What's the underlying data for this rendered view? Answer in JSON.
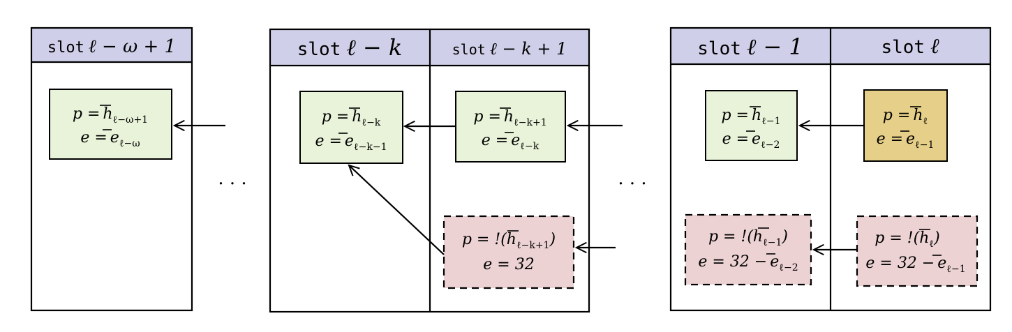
{
  "slot_word": "slot",
  "slots": {
    "s1": {
      "index": "ℓ − ω + 1"
    },
    "s2": {
      "index": "ℓ − k"
    },
    "s3": {
      "index": "ℓ − k + 1"
    },
    "s4": {
      "index": "ℓ − 1"
    },
    "s5": {
      "index": "ℓ"
    }
  },
  "blocks": {
    "b1": {
      "p_label": "p =",
      "p_sym": "h",
      "p_sub": "ℓ−ω+1",
      "e_label": "e =",
      "e_sym": "e",
      "e_sub": "ℓ−ω"
    },
    "b2": {
      "p_label": "p =",
      "p_sym": "h",
      "p_sub": "ℓ−k",
      "e_label": "e =",
      "e_sym": "e",
      "e_sub": "ℓ−k−1"
    },
    "b3": {
      "p_label": "p =",
      "p_sym": "h",
      "p_sub": "ℓ−k+1",
      "e_label": "e =",
      "e_sym": "e",
      "e_sub": "ℓ−k"
    },
    "b4": {
      "p_label": "p =",
      "p_sym": "h",
      "p_sub": "ℓ−1",
      "e_label": "e =",
      "e_sym": "e",
      "e_sub": "ℓ−2"
    },
    "b5": {
      "p_label": "p =",
      "p_sym": "h",
      "p_sub": "ℓ",
      "e_label": "e =",
      "e_sym": "e",
      "e_sub": "ℓ−1"
    },
    "r3": {
      "p_label": "p = !(",
      "p_sym": "h",
      "p_sub": "ℓ−k+1",
      "p_close": ")",
      "e_label": "e = 32"
    },
    "r4": {
      "p_label": "p = !(",
      "p_sym": "h",
      "p_sub": "ℓ−1",
      "p_close": ")",
      "e_label": "e = 32 −",
      "e_sym": "e",
      "e_sub": "ℓ−2"
    },
    "r5": {
      "p_label": "p = !(",
      "p_sym": "h",
      "p_sub": "ℓ",
      "p_close": ")",
      "e_label": "e = 32 −",
      "e_sym": "e",
      "e_sub": "ℓ−1"
    }
  },
  "ellipsis": "· · ·",
  "colors": {
    "header": "#cfcfe9",
    "honest_block": "#e9f3d9",
    "current_block": "#e6cf88",
    "dashed_block": "#ecd2d2"
  }
}
